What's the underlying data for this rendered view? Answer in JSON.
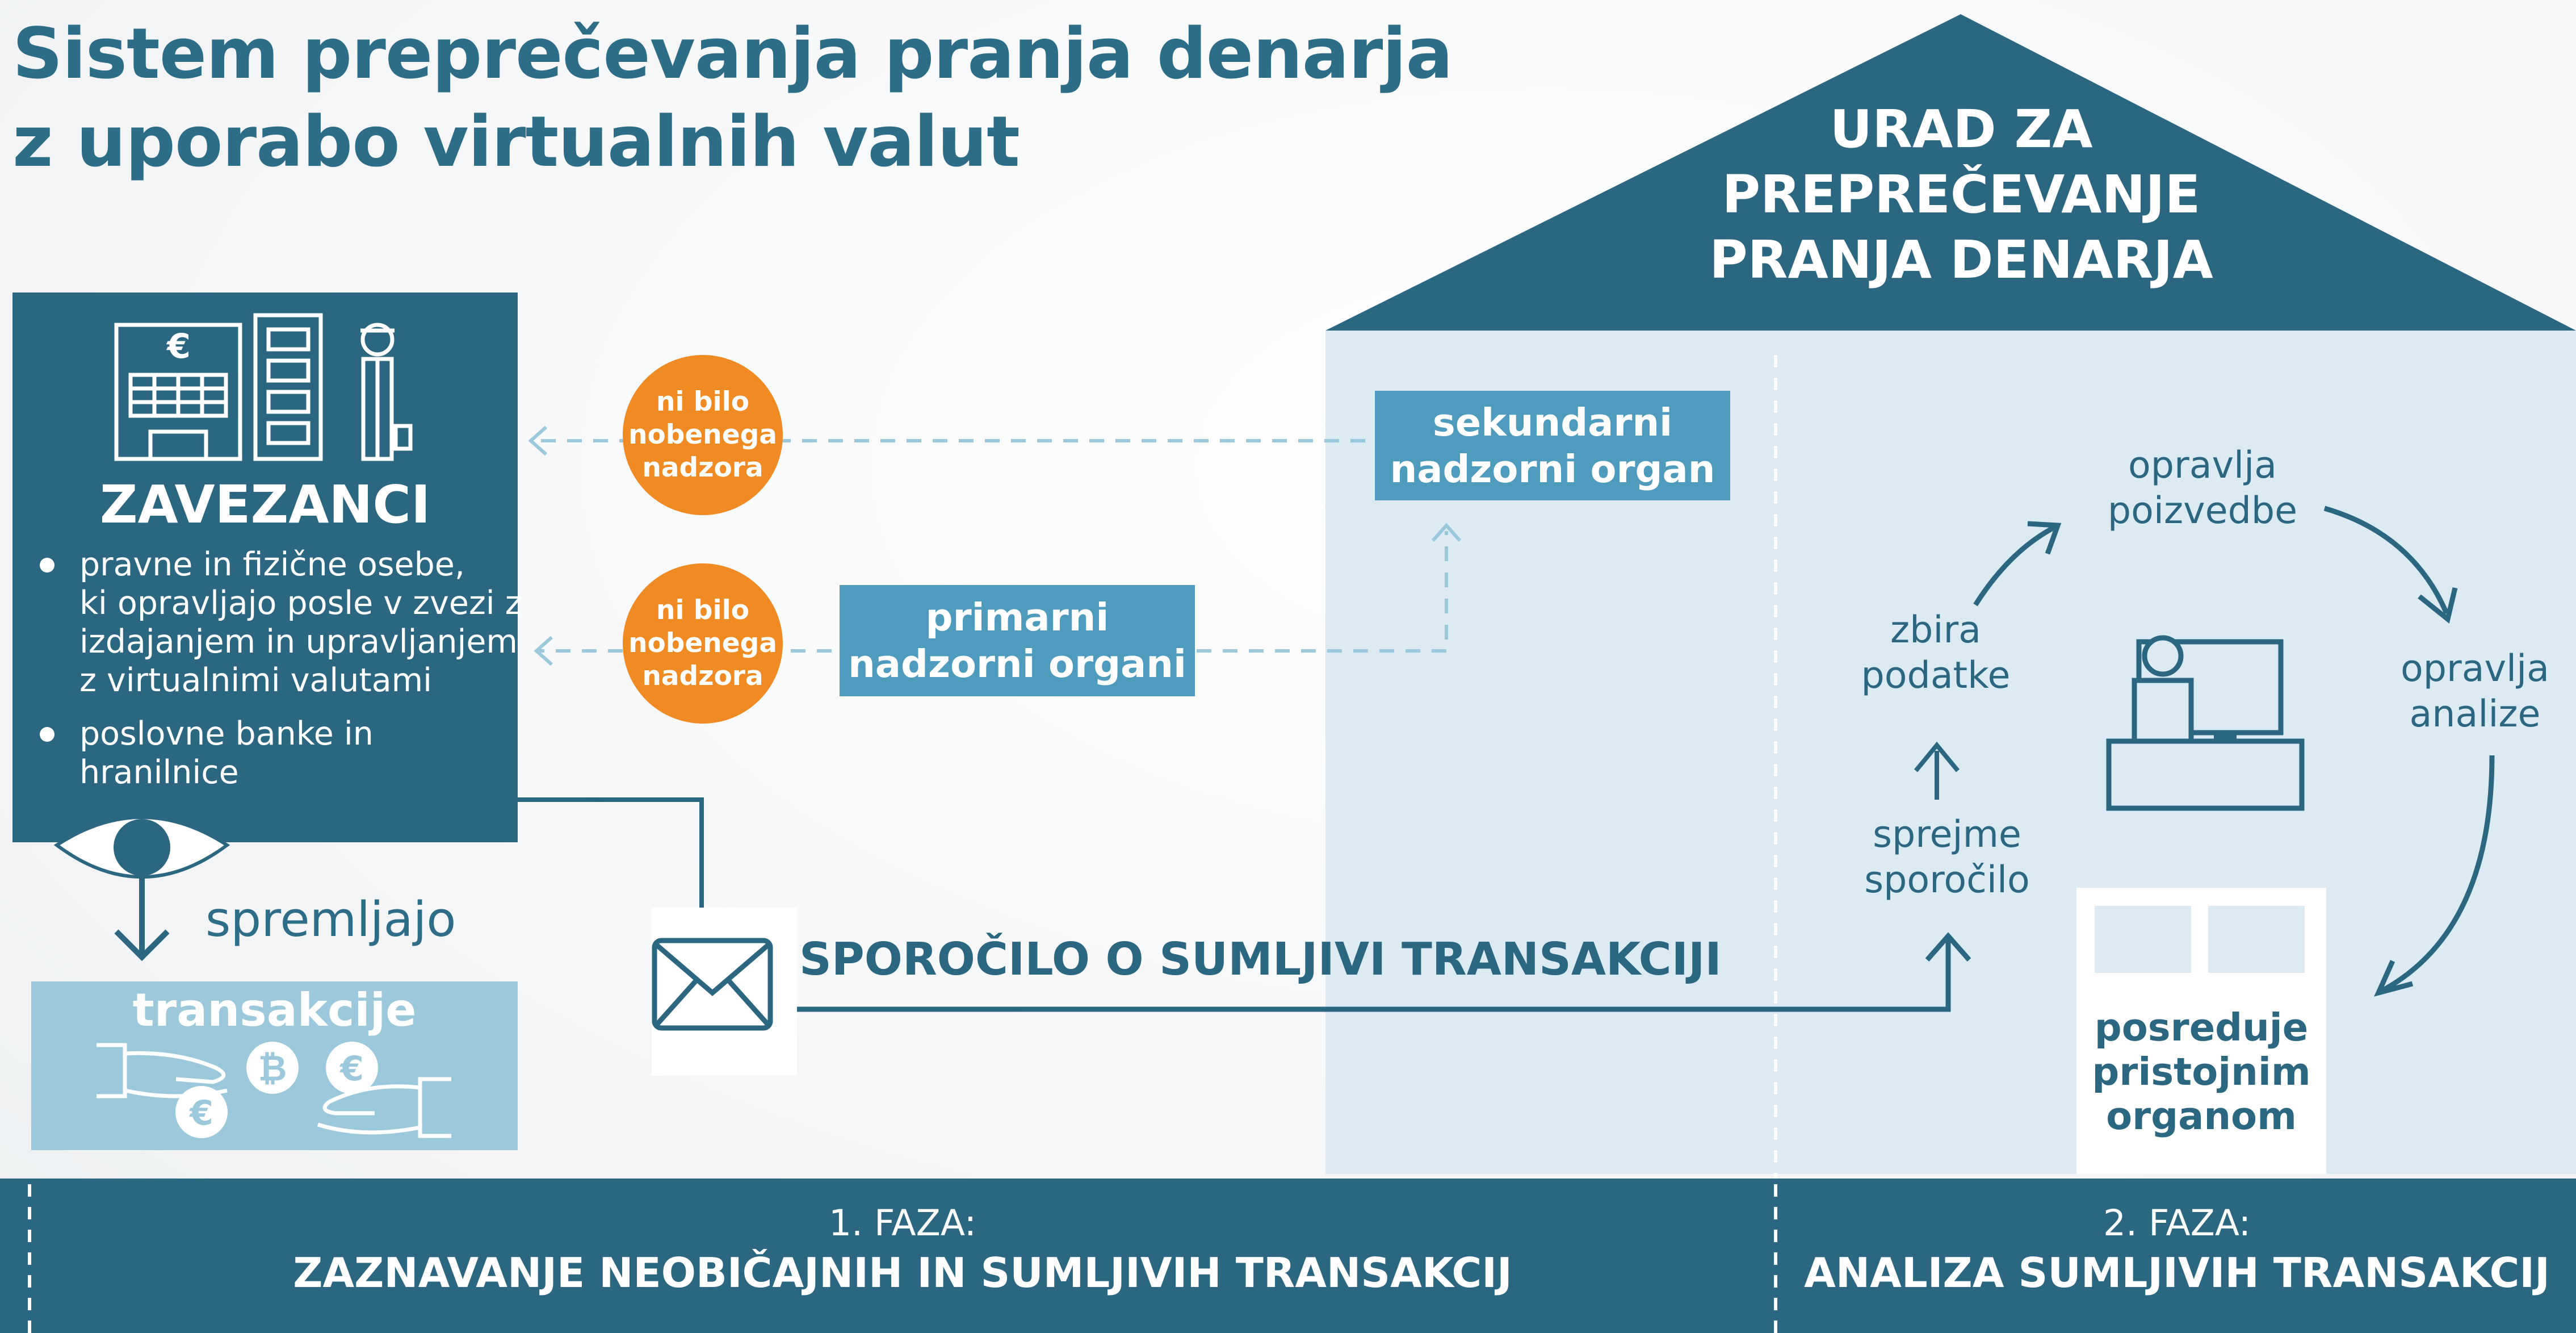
{
  "title": {
    "line1": "Sistem preprečevanja pranja denarja",
    "line2": "z uporabo virtualnih valut"
  },
  "house": {
    "line1": "URAD ZA",
    "line2": "PREPREČEVANJE",
    "line3": "PRANJA DENARJA"
  },
  "zavezanci": {
    "title": "ZAVEZANCI",
    "bullet1": [
      "pravne in fizične osebe,",
      "ki opravljajo posle v zvezi z",
      "izdajanjem in upravljanjem",
      "z virtualnimi valutami"
    ],
    "bullet2": [
      "poslovne banke in",
      "hranilnice"
    ]
  },
  "spremljajo": "spremljajo",
  "transakcije": "transakcije",
  "no_supervision": [
    "ni bilo",
    "nobenega",
    "nadzora"
  ],
  "sekundarni": [
    "sekundarni",
    "nadzorni organ"
  ],
  "primarni": [
    "primarni",
    "nadzorni organi"
  ],
  "message": "SPOROČILO O SUMLJIVI TRANSAKCIJI",
  "cycle": {
    "receives": [
      "sprejme",
      "sporočilo"
    ],
    "collects": [
      "zbira",
      "podatke"
    ],
    "inquiries": [
      "opravlja",
      "poizvedbe"
    ],
    "analyses": [
      "opravlja",
      "analize"
    ],
    "forwards": [
      "posreduje",
      "pristojnim",
      "organom"
    ]
  },
  "phases": [
    {
      "number": "1. FAZA:",
      "name": "ZAZNAVANJE NEOBIČAJNIH IN SUMLJIVIH TRANSAKCIJ"
    },
    {
      "number": "2. FAZA:",
      "name": "ANALIZA SUMLJIVIH TRANSAKCIJ"
    }
  ],
  "colors": {
    "dark_teal": "#2c6782",
    "mid_blue": "#4f9bbe",
    "light_blue": "#dcebf3",
    "orange": "#f08a23",
    "trans_blue": "#9bc8da",
    "title_teal": "#2e6d87"
  },
  "icons": [
    "euro-building-icon",
    "office-building-icon",
    "businessman-icon",
    "eye-icon",
    "hands-coins-icon",
    "bitcoin-icon",
    "euro-coin-icon",
    "envelope-icon",
    "person-at-desk-icon"
  ]
}
